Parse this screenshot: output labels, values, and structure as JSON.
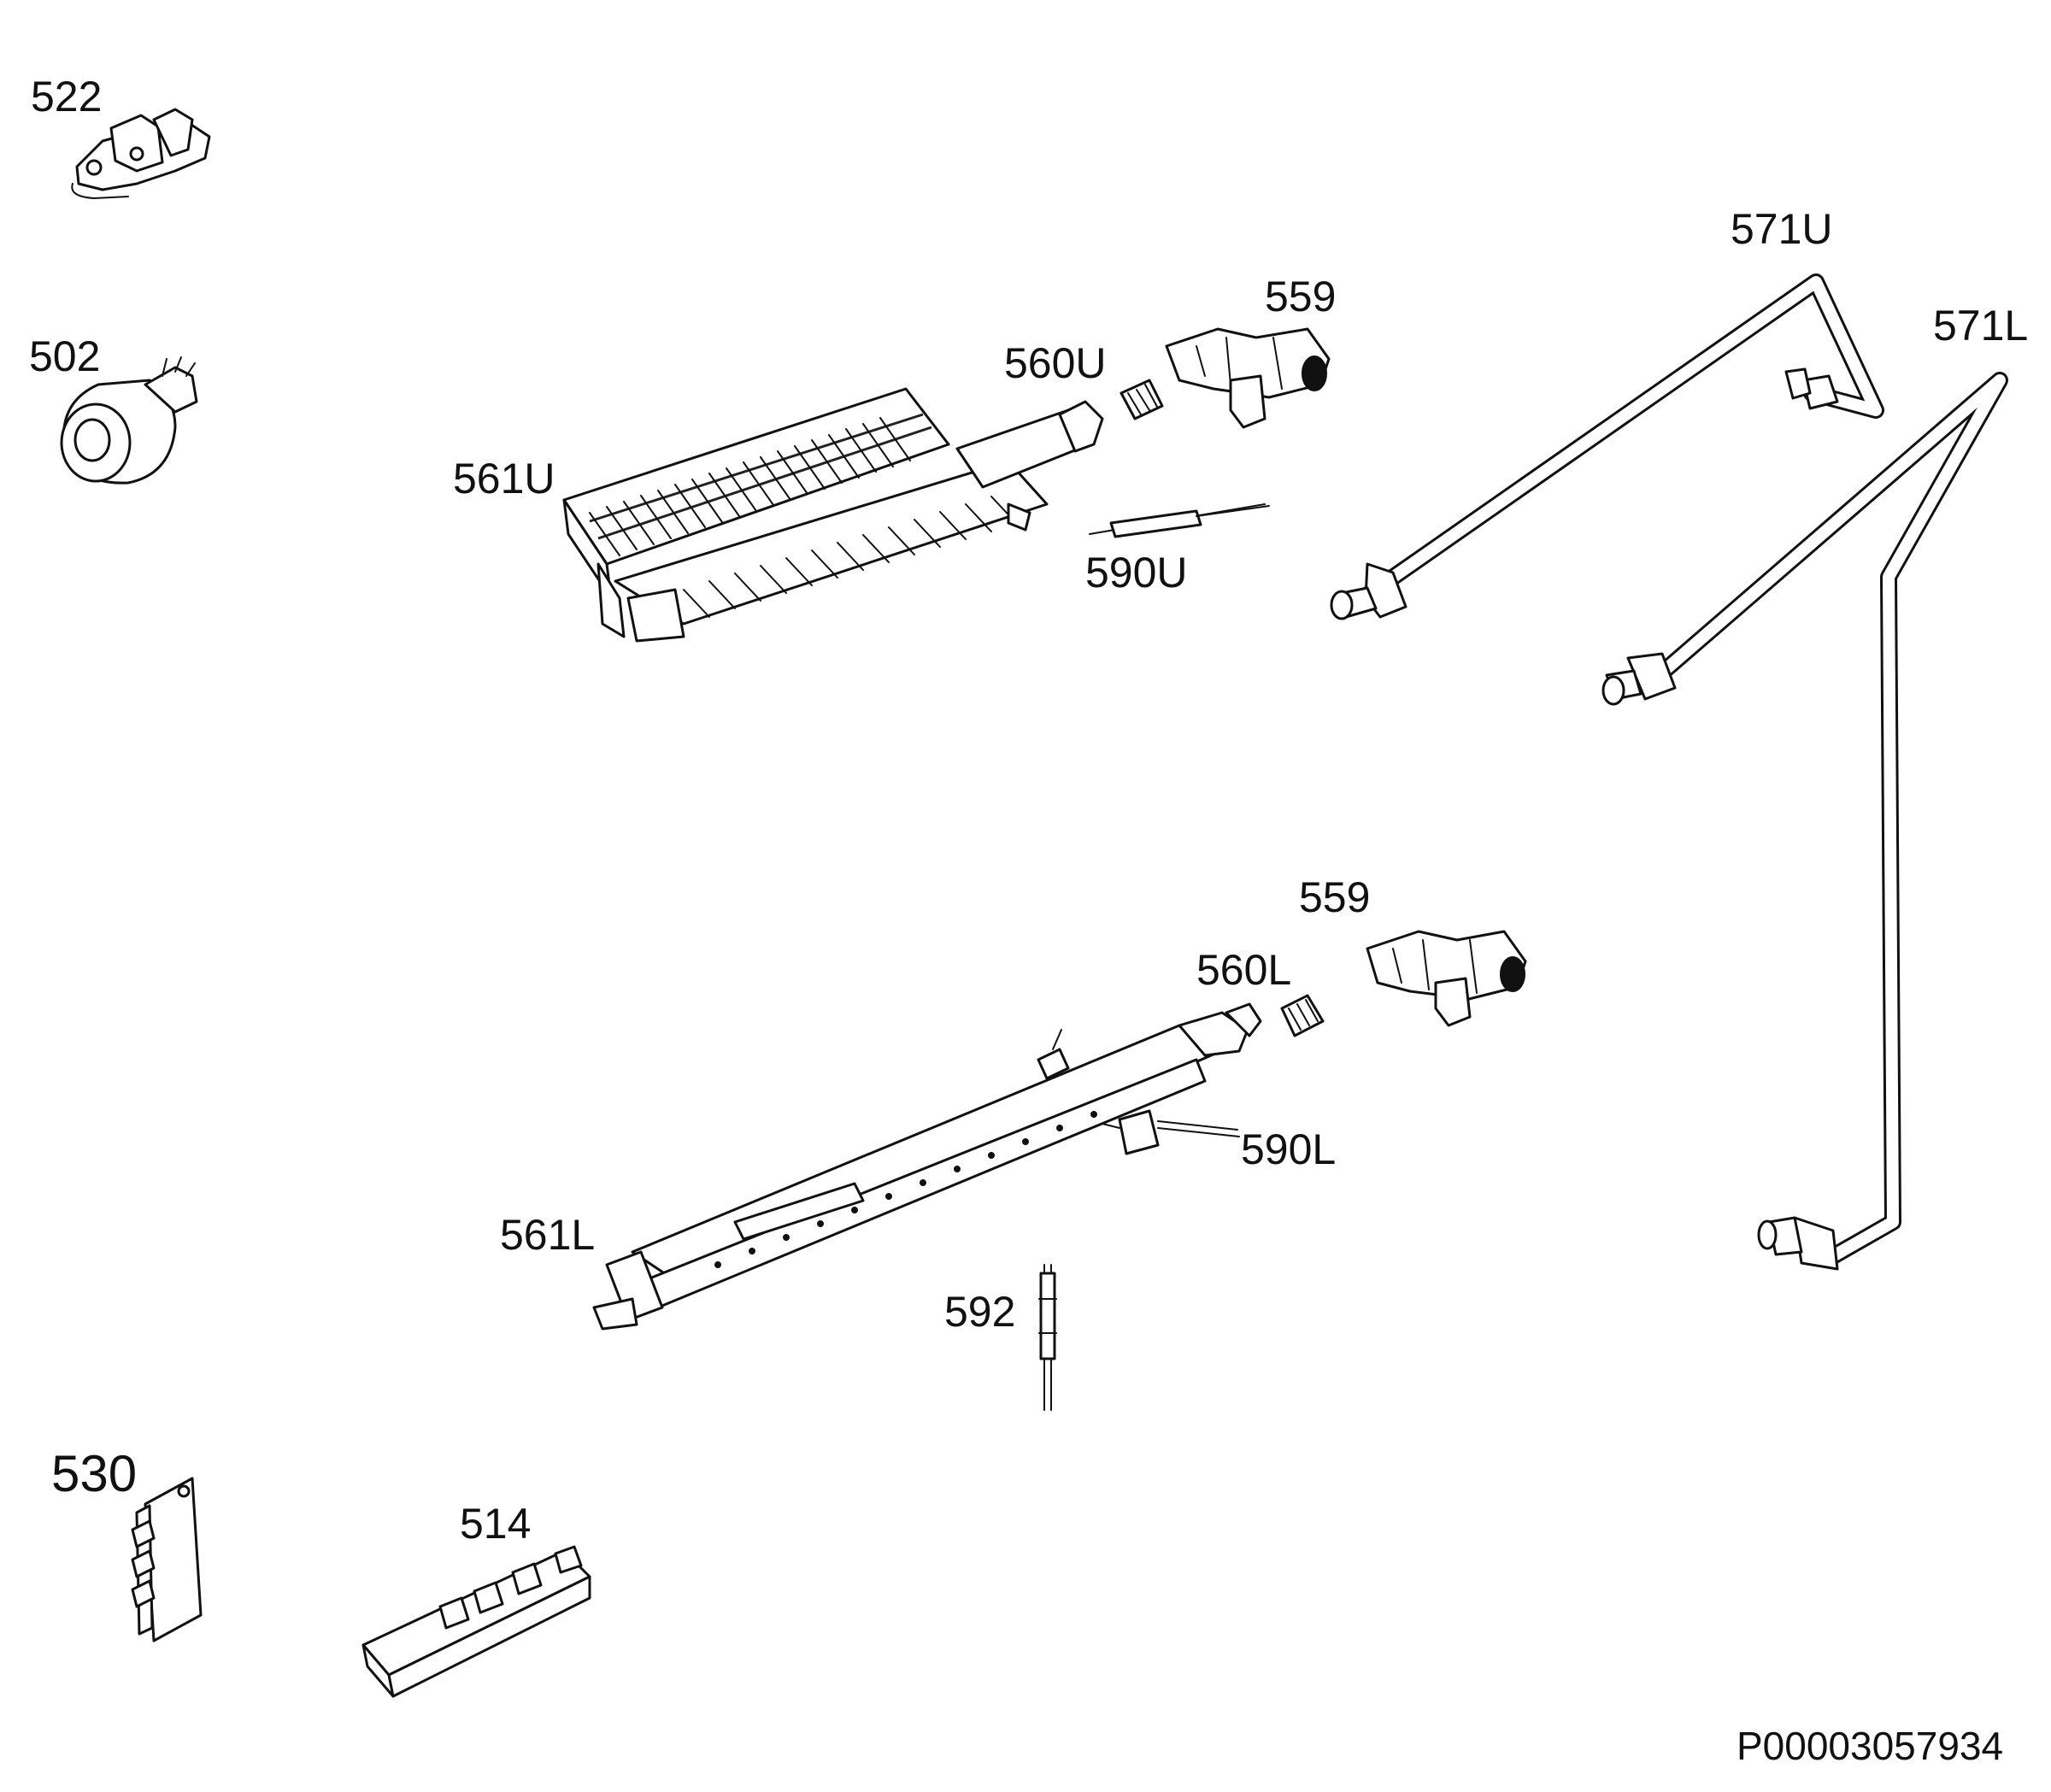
{
  "diagram": {
    "labels": {
      "p522": "522",
      "p502": "502",
      "p559_upper": "559",
      "p560U": "560U",
      "p561U": "561U",
      "p590U": "590U",
      "p571U": "571U",
      "p571L": "571L",
      "p559_lower": "559",
      "p560L": "560L",
      "p561L": "561L",
      "p590L": "590L",
      "p592": "592",
      "p530": "530",
      "p514": "514",
      "reference": "P00003057934"
    }
  }
}
